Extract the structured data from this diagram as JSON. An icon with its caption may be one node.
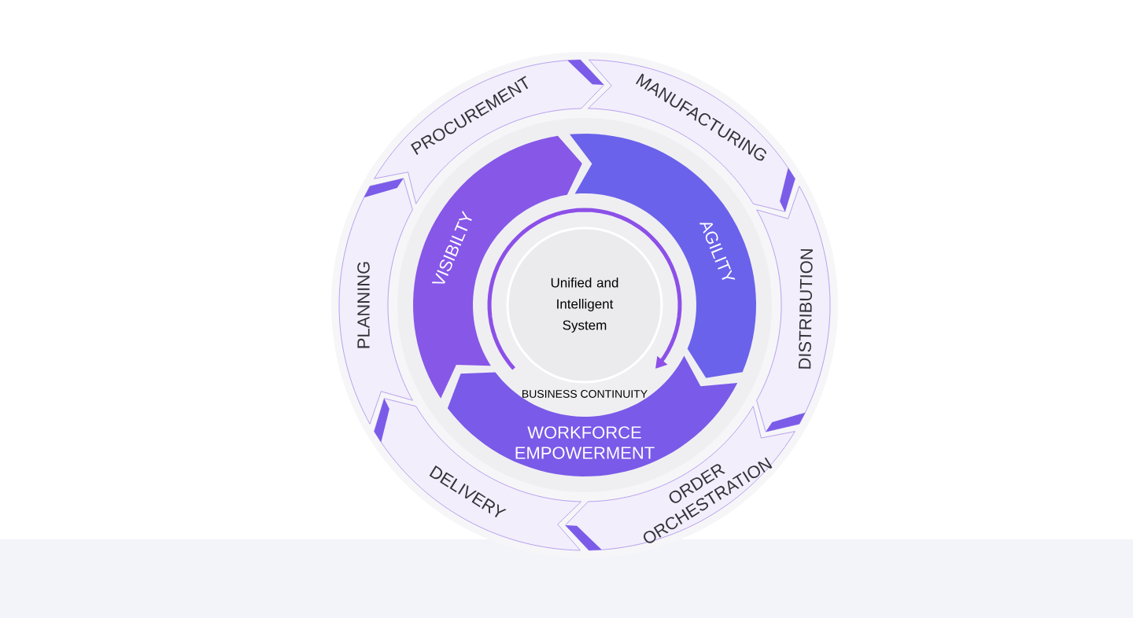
{
  "diagram": {
    "nodes": [
      {
        "text": [
          "PROCUREMENT"
        ]
      },
      {
        "text": [
          "MANUFACTURING"
        ]
      },
      {
        "text": [
          "DISTRIBUTION"
        ]
      },
      {
        "text": [
          "ORDER ORCHESTRATION"
        ]
      },
      {
        "text": [
          "DELIVERY"
        ]
      },
      {
        "text": [
          "PLANNING"
        ]
      },
      {
        "text": [
          "VISIBILTY"
        ]
      },
      {
        "text": [
          "AGILITY"
        ]
      },
      {
        "text": [
          "WORKFORCE EMPOWERMENT"
        ]
      },
      {
        "text": [
          "Unified and Intelligent System"
        ]
      }
    ],
    "labels": [
      "BUSINESS CONTINUITY"
    ]
  }
}
